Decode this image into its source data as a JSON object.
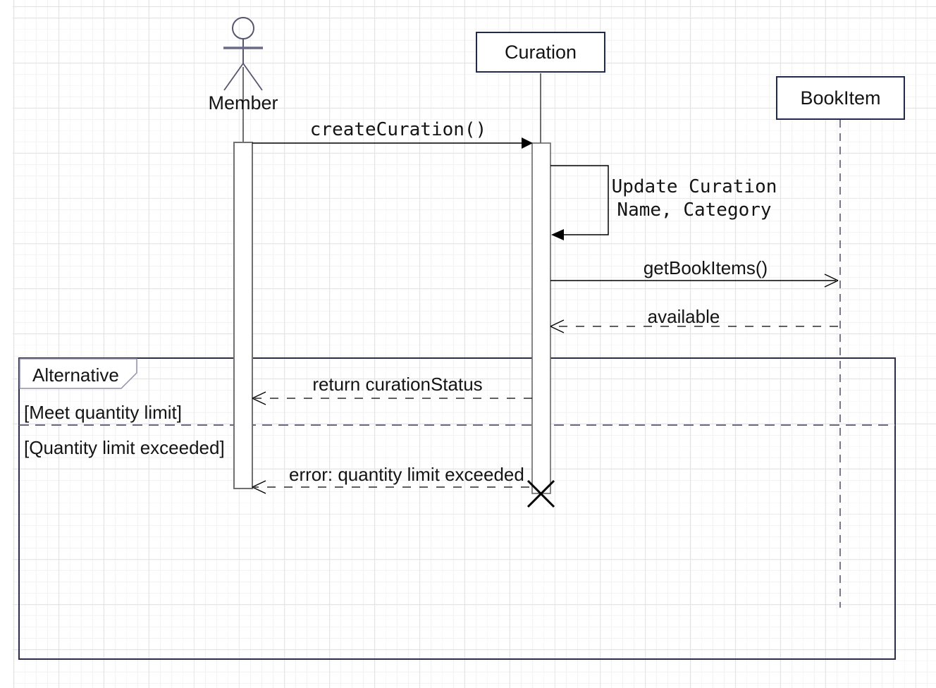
{
  "diagram": {
    "kind": "UML sequence diagram",
    "lifelines": [
      {
        "name": "Member",
        "type": "actor"
      },
      {
        "name": "Curation",
        "type": "object"
      },
      {
        "name": "BookItem",
        "type": "object"
      }
    ],
    "messages": {
      "create": {
        "label": "createCuration()",
        "from": "Member",
        "to": "Curation",
        "line": "solid",
        "arrow": "filled"
      },
      "update": {
        "label": "Update Curation Name, Category",
        "from": "Curation",
        "to": "Curation",
        "line": "solid-self",
        "arrow": "filled"
      },
      "get_book_items": {
        "label": "getBookItems()",
        "from": "Curation",
        "to": "BookItem",
        "line": "solid",
        "arrow": "open"
      },
      "available": {
        "label": "available",
        "from": "BookItem",
        "to": "Curation",
        "line": "dashed",
        "arrow": "open"
      },
      "return_status": {
        "label": "return curationStatus",
        "from": "Curation",
        "to": "Member",
        "line": "dashed",
        "arrow": "open"
      },
      "error": {
        "label": "error: quantity limit exceeded",
        "from": "Curation",
        "to": "Member",
        "line": "dashed",
        "arrow": "open"
      }
    },
    "fragment": {
      "operator": "Alternative",
      "guards": [
        "[Meet quantity limit]",
        "[Quantity limit exceeded]"
      ]
    },
    "colors": {
      "box_border": "#1f2a4d",
      "frame_border": "#2b2b4a",
      "divider": "#6a6a85",
      "dashed_lifeline": "#787890",
      "activation_border": "#6e6e6e",
      "actor": "#56566f",
      "message_line": "#000000",
      "grid_major": "#e3e3e8",
      "grid_minor": "#f3f3f5"
    }
  }
}
